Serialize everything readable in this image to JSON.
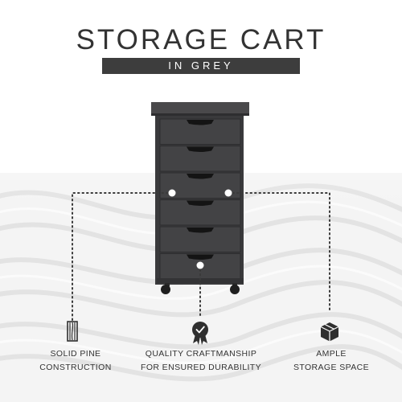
{
  "header": {
    "title": "STORAGE CART",
    "subtitle": "IN GREY"
  },
  "features": [
    {
      "icon": "wood-grain-icon",
      "line1": "SOLID PINE",
      "line2": "CONSTRUCTION"
    },
    {
      "icon": "quality-badge-icon",
      "line1": "QUALITY CRAFTMANSHIP",
      "line2": "FOR ENSURED DURABILITY"
    },
    {
      "icon": "box-icon",
      "line1": "AMPLE",
      "line2": "STORAGE SPACE"
    }
  ],
  "product": {
    "drawer_count": 6
  },
  "colors": {
    "cart": "#3f3f41",
    "cart_top": "#4a494b",
    "banner": "#3d3d3d",
    "text": "#333333"
  }
}
